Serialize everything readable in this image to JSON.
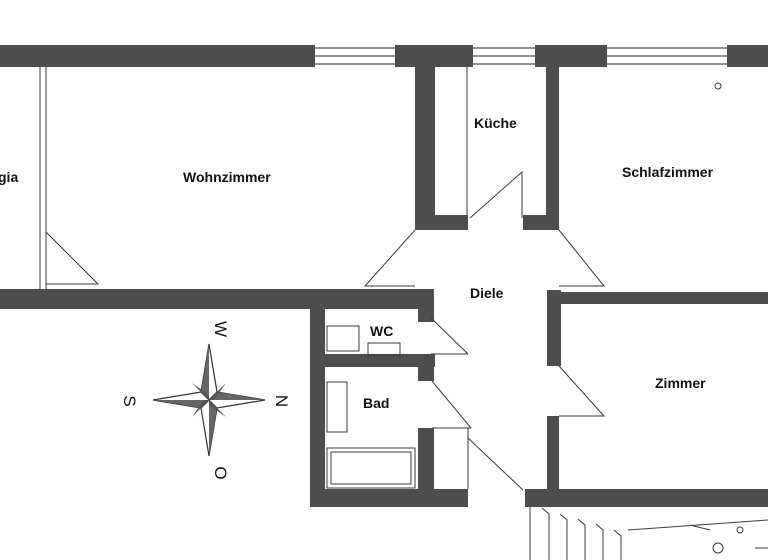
{
  "rooms": {
    "loggia": "gia",
    "wohnzimmer": "Wohnzimmer",
    "kueche": "Küche",
    "schlafzimmer": "Schlafzimmer",
    "diele": "Diele",
    "wc": "WC",
    "bad": "Bad",
    "zimmer": "Zimmer"
  },
  "compass": {
    "west": "W",
    "north": "N",
    "south": "S",
    "east": "O"
  },
  "colors": {
    "wall": "#4d4d4d",
    "line": "#3a3a3a",
    "background": "#ffffff"
  }
}
